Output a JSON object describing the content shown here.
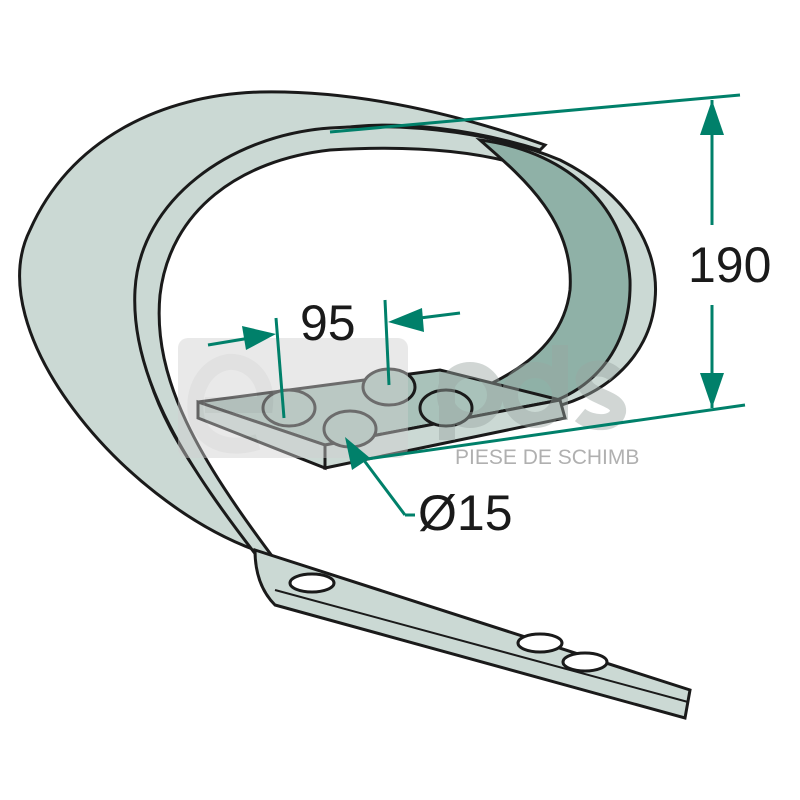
{
  "dimensions": {
    "height_label": "190",
    "hole_spacing_label": "95",
    "hole_diameter_label": "Ø15"
  },
  "watermark": {
    "logo_text": "eAGRO pds",
    "tagline": "PIESE DE SCHIMB"
  },
  "colors": {
    "dimension_line": "#00806a",
    "outer_surface": "#cbd9d4",
    "inner_surface": "#8fb1a7",
    "outline": "#1a1a1a"
  }
}
